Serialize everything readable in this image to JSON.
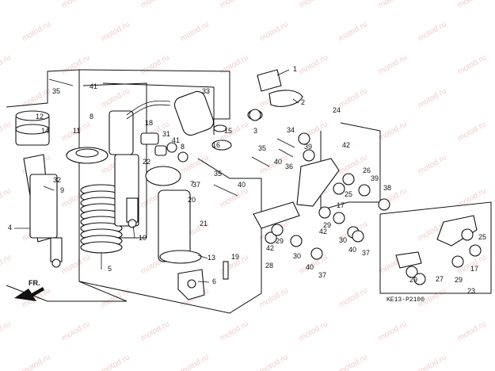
{
  "watermark": "motod.ru",
  "diagram_code": "KE13-P2100",
  "direction_label": "FR.",
  "callouts": [
    "1",
    "2",
    "3",
    "4",
    "5",
    "6",
    "7",
    "8",
    "9",
    "10",
    "11",
    "12",
    "13",
    "14",
    "15",
    "16",
    "17",
    "18",
    "19",
    "20",
    "21",
    "22",
    "23",
    "24",
    "25",
    "26",
    "27",
    "28",
    "29",
    "30",
    "31",
    "32",
    "33",
    "34",
    "35",
    "36",
    "37",
    "38",
    "39",
    "40",
    "41",
    "42"
  ]
}
